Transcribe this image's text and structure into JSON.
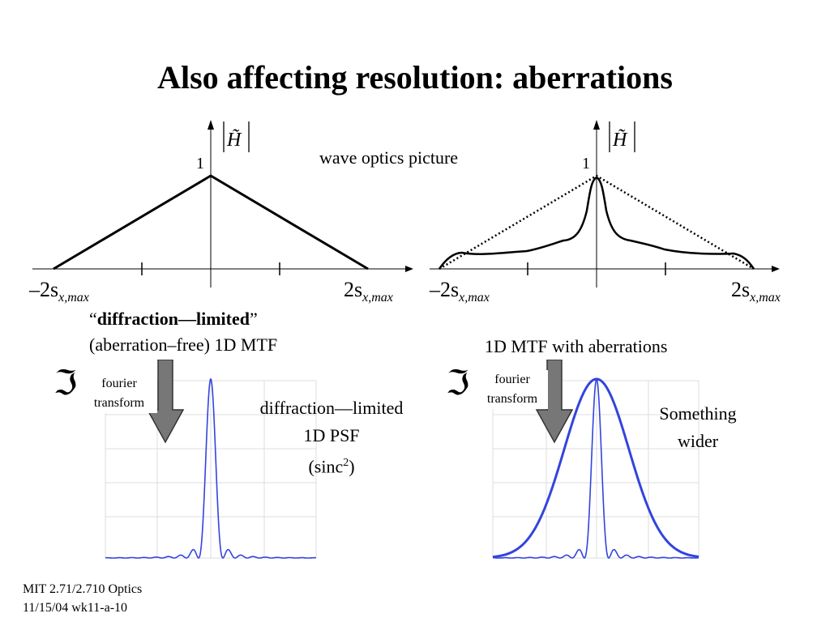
{
  "slide": {
    "title": "Also affecting resolution: aberrations",
    "wave_optics_label": "wave optics picture",
    "left_caption": {
      "quote_open": "“",
      "bold": "diffraction—limited",
      "quote_close": "”",
      "line2": "(aberration–free) 1D MTF"
    },
    "right_caption": "1D MTF with aberrations",
    "fourier_left": [
      "fourier",
      "transform"
    ],
    "fourier_right": [
      "fourier",
      "transform"
    ],
    "fourier_symbol": "ℑ",
    "psf_label": {
      "line1": "diffraction—limited",
      "line2": "1D PSF",
      "line3_prefix": "(sinc",
      "line3_sup": "2",
      "line3_suffix": ")"
    },
    "wider_label": [
      "Something",
      "wider"
    ],
    "footer": [
      "MIT 2.71/2.710 Optics",
      "11/15/04 wk11-a-10"
    ]
  },
  "mtf_axes": {
    "y_symbol": "H̃",
    "one_label": "1",
    "x_left": {
      "main": "–2s",
      "sub": "x,max"
    },
    "x_right": {
      "main": "2s",
      "sub": "x,max"
    }
  },
  "colors": {
    "curve": "#000000",
    "psf": "#3344dd",
    "arrow": "#777777",
    "grid": "#dddddd"
  }
}
